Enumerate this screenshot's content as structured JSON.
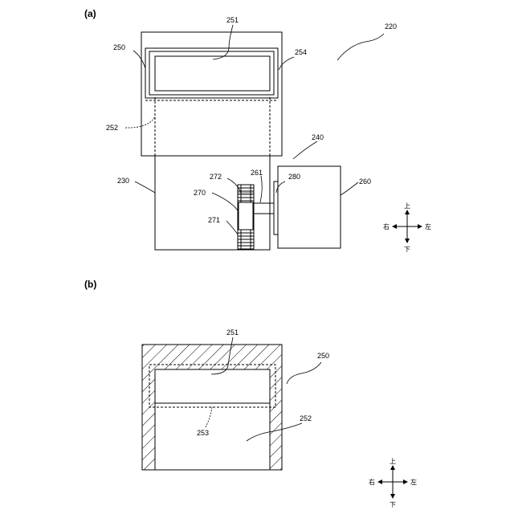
{
  "panels": {
    "a": "(a)",
    "b": "(b)"
  },
  "labels_a": {
    "r250": "250",
    "r251": "251",
    "r254": "254",
    "r220": "220",
    "r252": "252",
    "r240": "240",
    "r230": "230",
    "r272": "272",
    "r261": "261",
    "r280": "280",
    "r260": "260",
    "r270": "270",
    "r271": "271"
  },
  "labels_b": {
    "r251": "251",
    "r250": "250",
    "r252": "252",
    "r253": "253"
  },
  "compass": {
    "up": "上",
    "down": "下",
    "right": "右",
    "left": "左"
  }
}
